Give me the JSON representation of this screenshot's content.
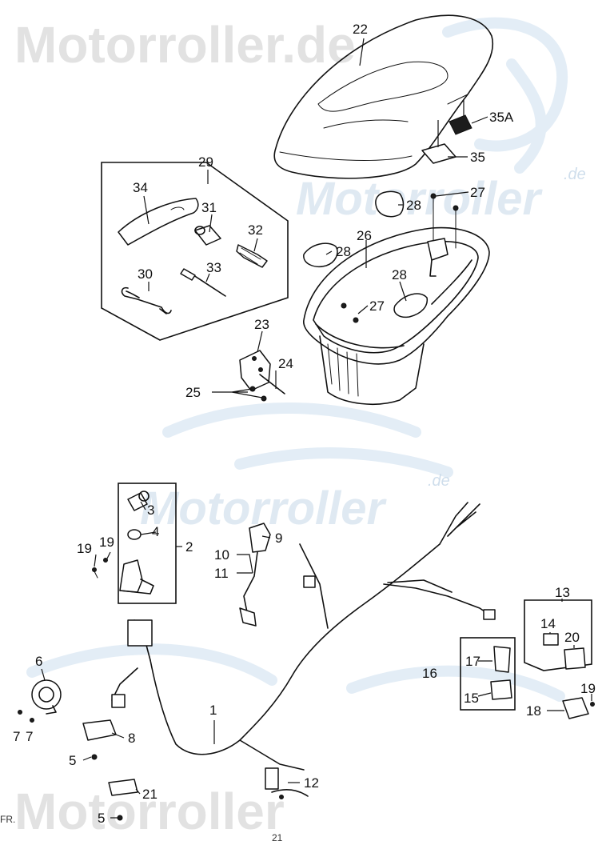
{
  "watermark": {
    "brand": "Motorroller.de",
    "brand_short": "Motorroller",
    "suffix": ".de"
  },
  "callouts": {
    "c1": "1",
    "c2": "2",
    "c3": "3",
    "c4": "4",
    "c5a": "5",
    "c5b": "5",
    "c6": "6",
    "c7a": "7",
    "c7b": "7",
    "c8": "8",
    "c9": "9",
    "c10": "10",
    "c11": "11",
    "c12": "12",
    "c13": "13",
    "c14": "14",
    "c15": "15",
    "c16": "16",
    "c17": "17",
    "c18": "18",
    "c19a": "19",
    "c19b": "19",
    "c19c": "19",
    "c20": "20",
    "c21": "21",
    "c22": "22",
    "c23": "23",
    "c24": "24",
    "c25": "25",
    "c26": "26",
    "c27a": "27",
    "c27b": "27",
    "c28a": "28",
    "c28b": "28",
    "c28c": "28",
    "c29": "29",
    "c30": "30",
    "c31": "31",
    "c32": "32",
    "c33": "33",
    "c34": "34",
    "c35": "35",
    "c35a": "35A"
  },
  "margin_text": "FR.",
  "page_number": "21"
}
